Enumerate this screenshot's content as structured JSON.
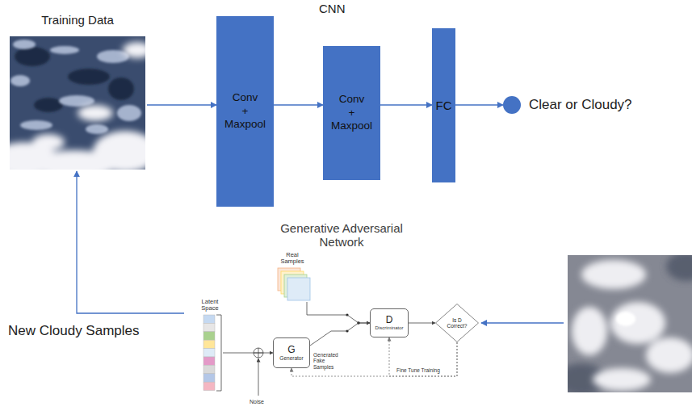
{
  "diagram": {
    "nodes": [
      {
        "text": [
          "Training Data"
        ]
      },
      {
        "text": [
          "Conv + Maxpool"
        ]
      },
      {
        "text": [
          "Conv + Maxpool"
        ]
      },
      {
        "text": [
          "FC"
        ]
      },
      {
        "text": [
          "Clear or Cloudy?"
        ]
      },
      {
        "text": [
          "Generative Adversarial Network"
        ]
      },
      {
        "text": [
          "Real Samples"
        ],
        "in": 5
      },
      {
        "text": [
          "Latent Space"
        ],
        "in": 5
      },
      {
        "text": [
          "G",
          "Generator"
        ],
        "in": 5
      },
      {
        "text": [
          "D",
          "Discriminator"
        ],
        "in": 5
      },
      {
        "text": [
          "Is D Correct?"
        ],
        "in": 5
      }
    ],
    "edges": [
      {
        "from": 0,
        "to": 1,
        "arrow": "to"
      },
      {
        "from": 1,
        "to": 2,
        "arrow": "to"
      },
      {
        "from": 2,
        "to": 3,
        "arrow": "to"
      },
      {
        "from": 3,
        "to": 4,
        "arrow": "to"
      },
      {
        "from": 5,
        "to": 0,
        "arrow": "to",
        "label": "New Cloudy Samples"
      },
      {
        "from": 7,
        "to": 8,
        "arrow": "to"
      },
      {
        "from": 6,
        "to": 9,
        "arrow": "to"
      },
      {
        "from": 8,
        "to": 9,
        "arrow": "to"
      },
      {
        "from": 9,
        "to": 10,
        "arrow": "to"
      },
      {
        "from": 10,
        "to": 8,
        "arrow": "to",
        "label": "Fine Tune Training"
      },
      {
        "from": 10,
        "to": 9,
        "arrow": "to"
      }
    ],
    "labels": [
      "CNN",
      "Generated Fake Samples",
      "Noise"
    ]
  }
}
